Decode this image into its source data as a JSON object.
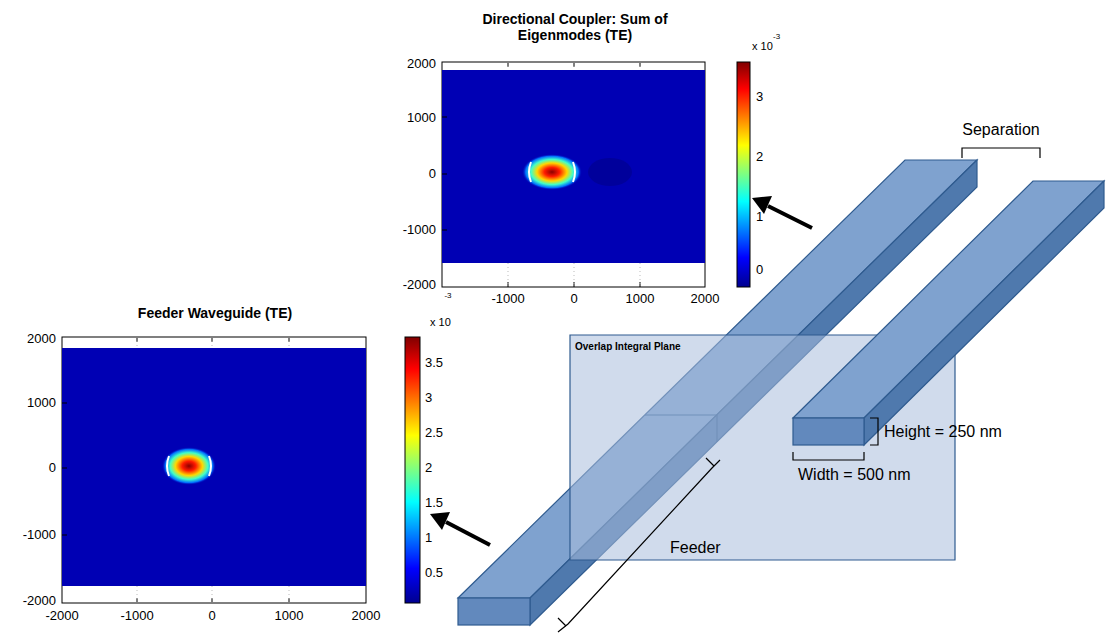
{
  "diagram": {
    "labels": [
      "Directional Coupler: Sum of Eigenmodes (TE)",
      "x 10",
      "-3",
      "3",
      "2",
      "1",
      "0",
      "2000",
      "1000",
      "0",
      "-1000",
      "-2000",
      "-3",
      "-1000",
      "0",
      "1000",
      "2000",
      "Feeder Waveguide (TE)",
      "x 10",
      "3.5",
      "3",
      "2.5",
      "2",
      "1.5",
      "1",
      "0.5",
      "2000",
      "1000",
      "0",
      "-1000",
      "-2000",
      "-2000",
      "-1000",
      "0",
      "1000",
      "2000",
      "Separation",
      "Overlap Integral Plane",
      "Height = 250 nm",
      "Width = 500 nm",
      "Feeder"
    ]
  }
}
